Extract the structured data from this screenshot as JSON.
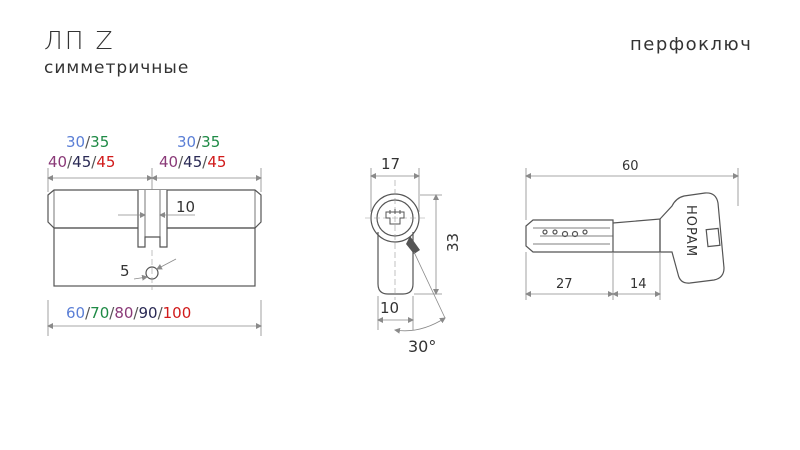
{
  "header": {
    "model": "ЛП Z",
    "variant": "симметричные",
    "key_type": "перфоключ"
  },
  "colors": {
    "line": "#555555",
    "dim": "#8a8a8a",
    "blue": "#5b7fd6",
    "green": "#1e8a45",
    "purple": "#8a3a78",
    "navy": "#2a2a55",
    "red": "#d11a1a"
  },
  "cylinder": {
    "left_top": [
      "30",
      "35"
    ],
    "left_bottom": [
      "40",
      "45",
      "45"
    ],
    "right_top": [
      "30",
      "35"
    ],
    "right_bottom": [
      "40",
      "45",
      "45"
    ],
    "cam_width": "10",
    "screw_diameter": "5",
    "total_lengths": [
      "60",
      "70",
      "80",
      "90",
      "100"
    ]
  },
  "profile": {
    "width": "17",
    "height": "33",
    "lower_width": "10",
    "angle": "30°"
  },
  "key": {
    "length": "60",
    "blade": "27",
    "shank": "14",
    "brand": "HOPAM"
  }
}
